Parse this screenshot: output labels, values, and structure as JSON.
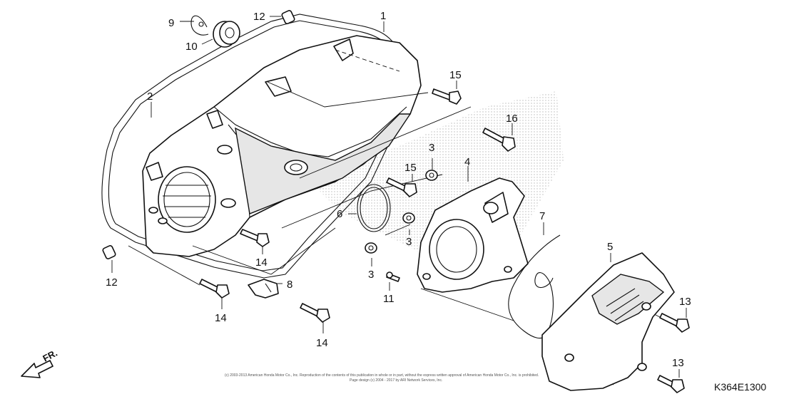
{
  "diagram": {
    "code": "K364E1300",
    "direction_label": "FR.",
    "copyright": "(c) 2003-2013 American Honda Motor Co., Inc. Reproduction of the contents of this publication in whole or in part, without the express written approval of American Honda Motor Co., Inc. is prohibited.",
    "copyright_2": "Page design (c) 2004 - 2017 by ARI Network Services, Inc.",
    "callouts": {
      "c1": "1",
      "c2": "2",
      "c3a": "3",
      "c3b": "3",
      "c3c": "3",
      "c4": "4",
      "c5": "5",
      "c6": "6",
      "c7": "7",
      "c8": "8",
      "c9": "9",
      "c10": "10",
      "c11": "11",
      "c12a": "12",
      "c12b": "12",
      "c13a": "13",
      "c13b": "13",
      "c14a": "14",
      "c14b": "14",
      "c14c": "14",
      "c15a": "15",
      "c15b": "15",
      "c16": "16"
    }
  }
}
